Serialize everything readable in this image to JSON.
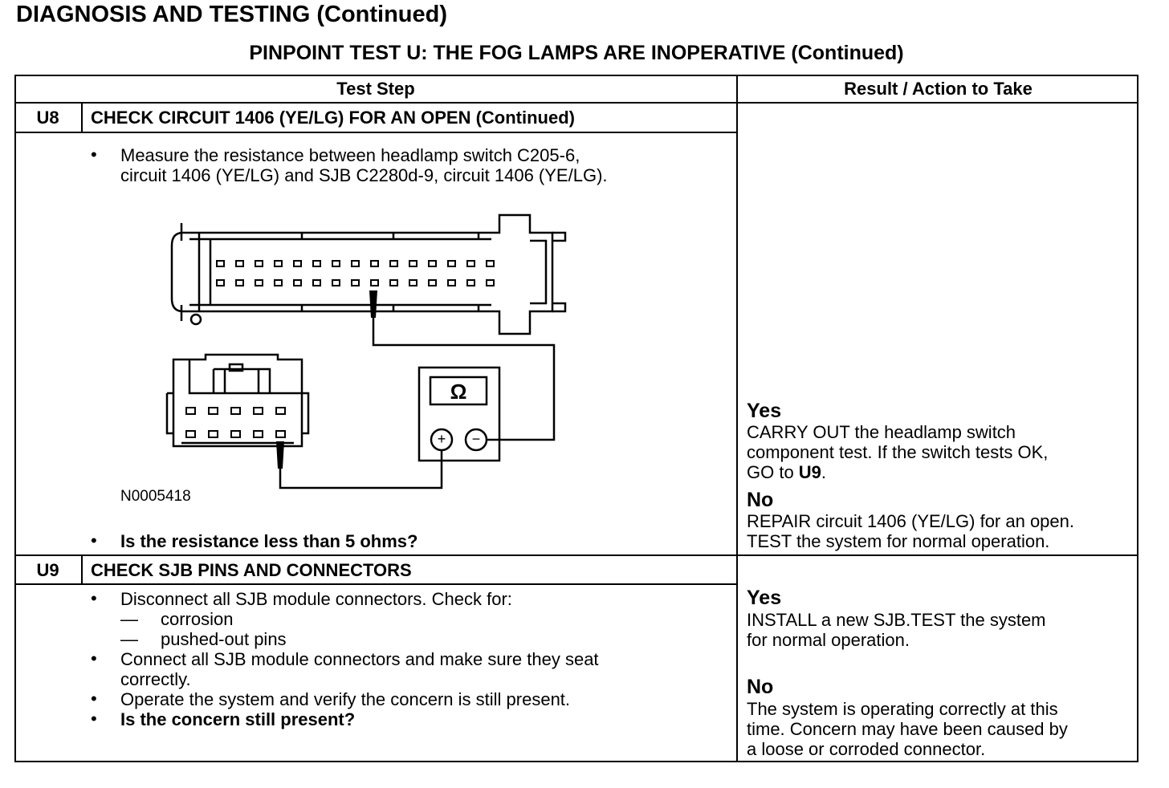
{
  "header": {
    "title": "DIAGNOSIS AND TESTING (Continued)",
    "subtitle": "PINPOINT TEST  U: THE FOG LAMPS ARE INOPERATIVE (Continued)"
  },
  "table": {
    "col_test_step": "Test Step",
    "col_result": "Result / Action to Take"
  },
  "u8": {
    "num": "U8",
    "title": "CHECK CIRCUIT 1406 (YE/LG) FOR AN OPEN (Continued)",
    "bullet": "•",
    "step_line1": "Measure the resistance between headlamp switch C205-6,",
    "step_line2": "circuit 1406 (YE/LG) and SJB C2280d-9, circuit 1406 (YE/LG).",
    "figure_id": "N0005418",
    "meter_symbol": "Ω",
    "plus": "+",
    "minus": "−",
    "question": "Is the resistance less than 5 ohms?",
    "yes_label": "Yes",
    "yes_line1": "CARRY OUT the headlamp switch",
    "yes_line2": "component test. If the switch tests OK,",
    "yes_line3_pre": "GO to ",
    "yes_line3_bold": "U9",
    "yes_line3_post": ".",
    "no_label": "No",
    "no_line1": "REPAIR circuit 1406 (YE/LG) for an open.",
    "no_line2": "TEST the system for normal operation."
  },
  "u9": {
    "num": "U9",
    "title": "CHECK SJB PINS AND CONNECTORS",
    "bullet": "•",
    "dash": "—",
    "step1": "Disconnect all SJB module connectors. Check for:",
    "sub1": "corrosion",
    "sub2": "pushed-out pins",
    "step2_line1": "Connect all SJB module connectors and make sure they seat",
    "step2_line2": "correctly.",
    "step3": "Operate the system and verify the concern is still present.",
    "question": "Is the concern still present?",
    "yes_label": "Yes",
    "yes_line1": "INSTALL a new SJB.TEST the system",
    "yes_line2": "for normal operation.",
    "no_label": "No",
    "no_line1": "The system is operating correctly at this",
    "no_line2": "time. Concern may have been caused by",
    "no_line3": "a loose or corroded connector."
  }
}
